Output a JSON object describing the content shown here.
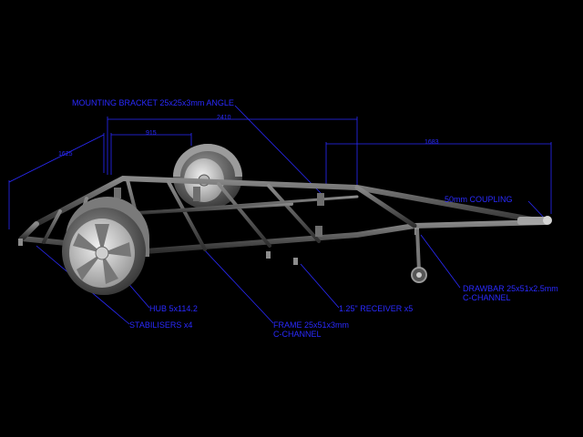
{
  "labels": {
    "mounting_bracket": "MOUNTING BRACKET 25x25x3mm ANGLE",
    "coupling": "50mm COUPLING",
    "drawbar_line1": "DRAWBAR 25x51x2.5mm",
    "drawbar_line2": "C-CHANNEL",
    "receiver": "1.25\" RECEIVER x5",
    "hub": "HUB 5x114.2",
    "stabilisers": "STABILISERS x4",
    "frame_line1": "FRAME 25x51x3mm",
    "frame_line2": "C-CHANNEL"
  },
  "dimensions": {
    "overall_length": "2410",
    "axle_offset": "915",
    "drawbar_length": "1683",
    "frame_width": "1625"
  },
  "colors": {
    "background": "#000000",
    "annotation": "#2a2aff",
    "frame": "#4a4a4a",
    "tyre": "#707070"
  }
}
